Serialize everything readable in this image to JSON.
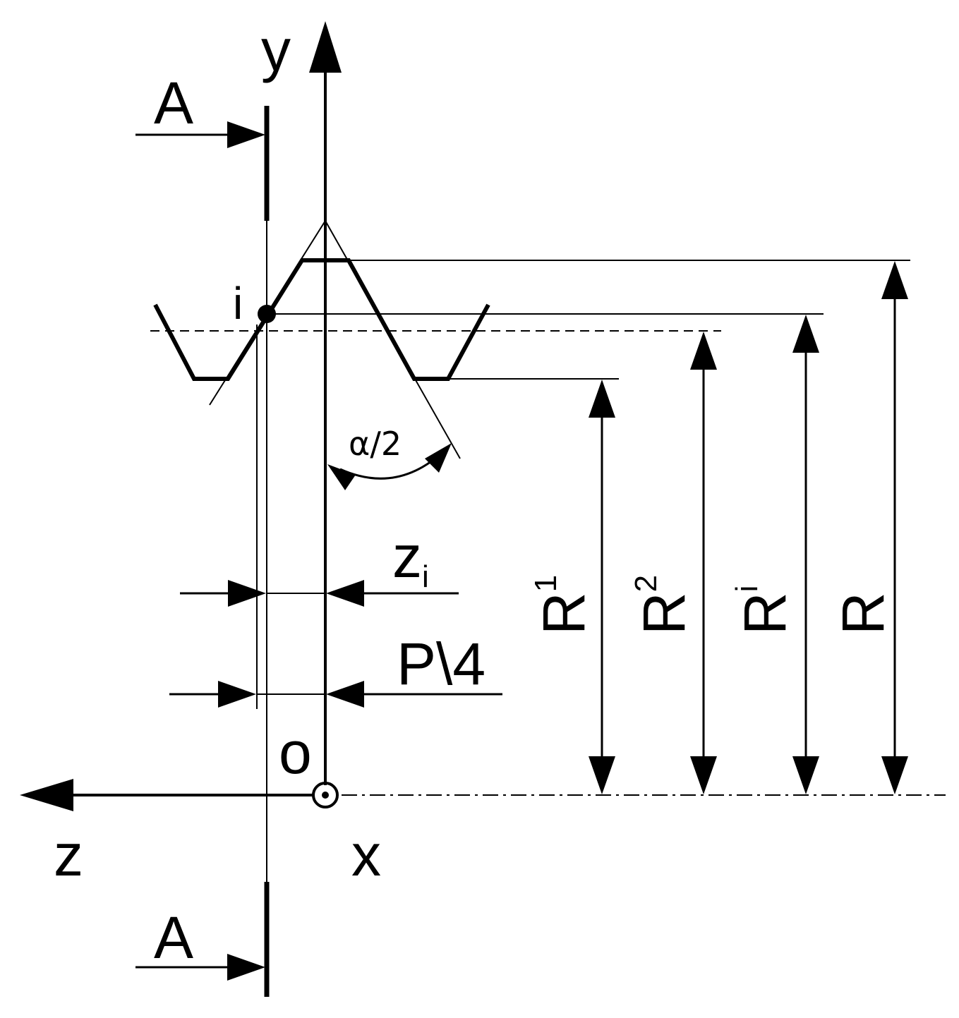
{
  "labels": {
    "section_top": "A",
    "section_bottom": "A",
    "axis_y": "y",
    "axis_z": "z",
    "axis_x": "x",
    "origin": "o",
    "point_i": "i",
    "angle": "α/2",
    "z_i_main": "z",
    "z_i_sub": "i",
    "quarter_pitch": "P\\4",
    "r1_main": "R",
    "r1_sub": "1",
    "r2_main": "R",
    "r2_sub": "2",
    "ri_main": "R",
    "ri_sub": "i",
    "r_main": "R"
  },
  "colors": {
    "stroke": "#000000",
    "background": "#ffffff"
  }
}
